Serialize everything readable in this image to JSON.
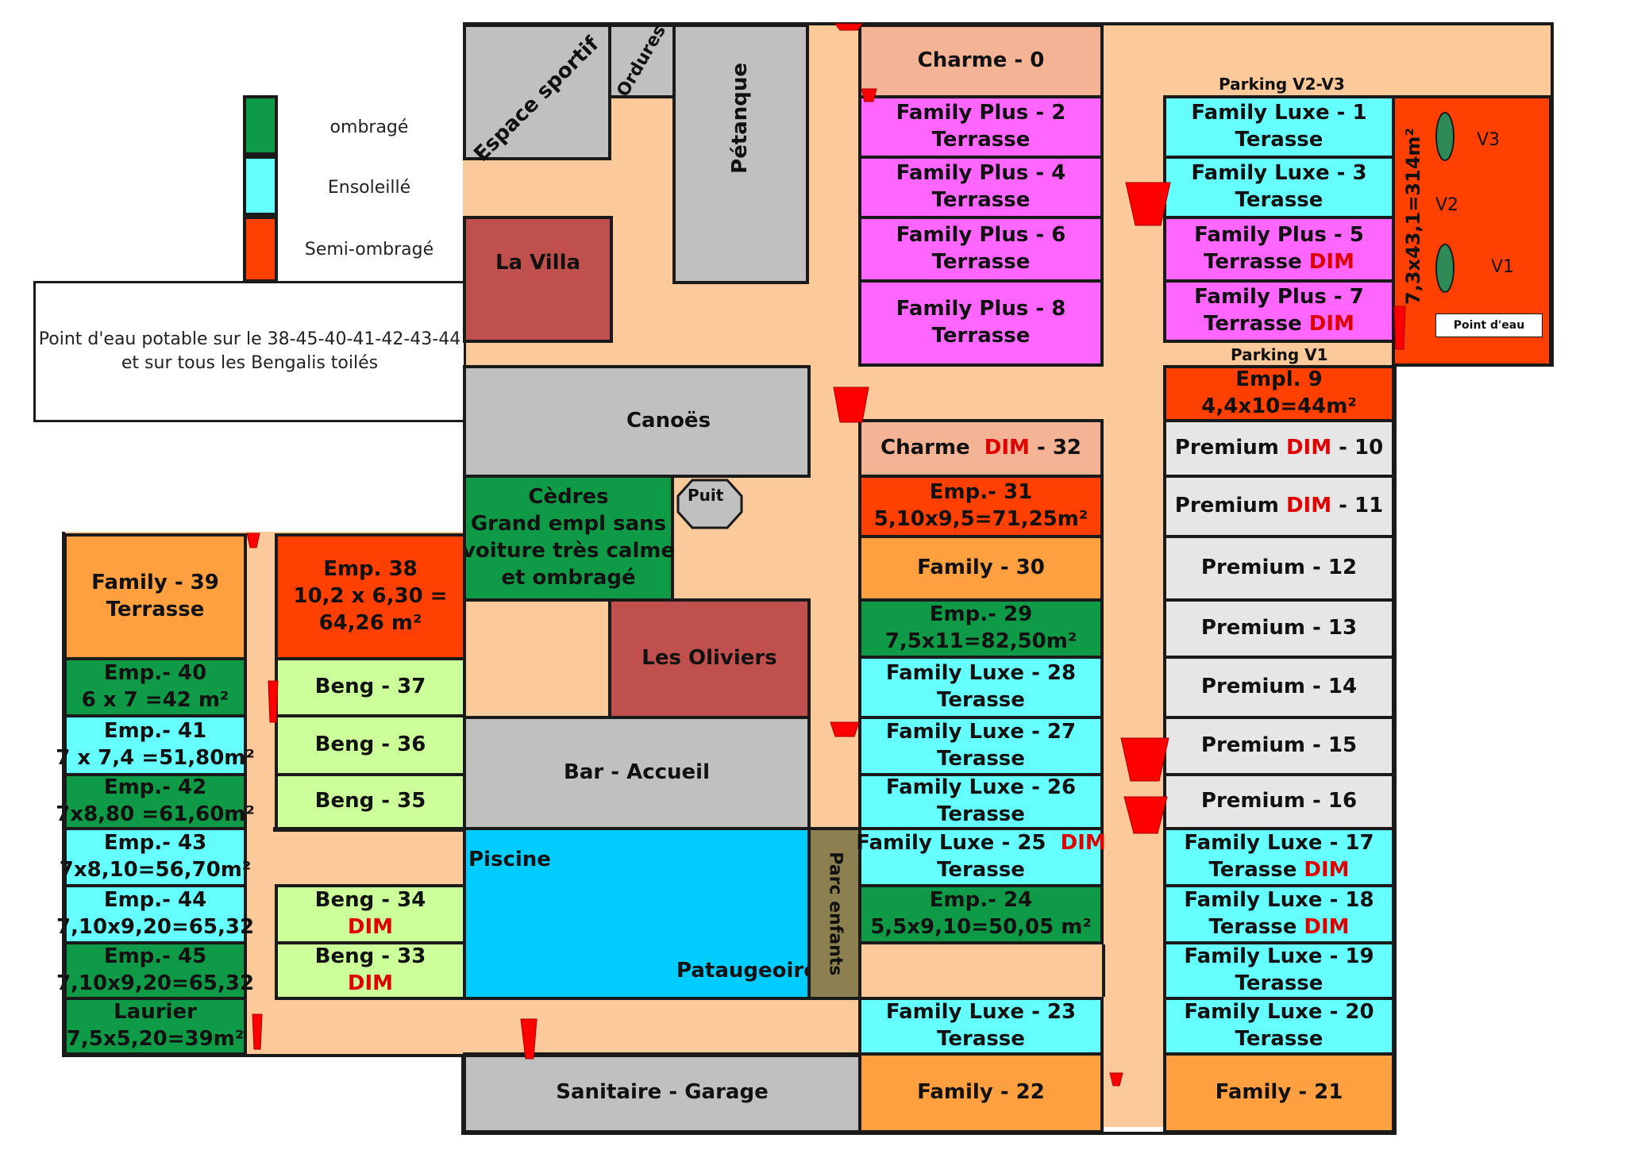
{
  "legend": {
    "items": [
      {
        "label": "ombragé",
        "color": "#0f9a48"
      },
      {
        "label": "Ensoleillé",
        "color": "#66ffff"
      },
      {
        "label": "Semi-ombragé",
        "color": "#ff4000"
      }
    ],
    "note": [
      "Point d'eau potable",
      "sur le 38-45-40-41-42-43-44",
      "et sur tous les Bengalis toilés"
    ]
  },
  "colors": {
    "path": "#fbc99a",
    "grey": "#c0c0c0",
    "shade": "#0f9a48",
    "sun": "#66ffff",
    "semi": "#ff4000",
    "pink": "#ff66ff",
    "orange": "#ffa040",
    "lime": "#ccff99",
    "premium": "#e6e6e6",
    "peach": "#f4b394",
    "brick": "#c0504d",
    "pool": "#00ccff",
    "olive": "#8c8050",
    "dim": "#e00000"
  },
  "facilities": {
    "espace_sportif": "Espace sportif",
    "ordures": "Ordures",
    "petanque": "Pétanque",
    "la_villa": "La Villa",
    "canoes": "Canoës",
    "cedres": [
      "Cèdres",
      "Grand empl sans",
      "voiture très calme",
      "et ombragé"
    ],
    "puit": "Puit",
    "les_oliviers": "Les Oliviers",
    "bar_accueil": "Bar - Accueil",
    "piscine": "Piscine",
    "pataugeoire": "Pataugeoire",
    "parc_enfants": "Parc enfants",
    "sanitaire_garage": "Sanitaire - Garage"
  },
  "parking": {
    "v2v3_label": "Parking V2-V3",
    "v1_label": "Parking V1",
    "area": "7,3x43,1=314m²",
    "spots": [
      "V3",
      "V2",
      "V1"
    ],
    "point_deau": "Point d'eau"
  },
  "pitches": {
    "p0": [
      "Charme - 0"
    ],
    "p2": [
      "Family Plus - 2",
      "Terrasse"
    ],
    "p4": [
      "Family Plus - 4",
      "Terrasse"
    ],
    "p6": [
      "Family Plus - 6",
      "Terrasse"
    ],
    "p8": [
      "Family Plus - 8",
      "Terrasse"
    ],
    "p1": [
      "Family Luxe - 1",
      "Terasse"
    ],
    "p3": [
      "Family Luxe - 3",
      "Terasse"
    ],
    "p5": [
      "Family Plus - 5",
      "Terrasse"
    ],
    "p7": [
      "Family Plus - 7",
      "Terrasse"
    ],
    "p9": [
      "Empl. 9",
      "4,4x10=44m²"
    ],
    "p10": [
      "Premium",
      "- 10"
    ],
    "p11": [
      "Premium",
      "- 11"
    ],
    "p12": [
      "Premium - 12"
    ],
    "p13": [
      "Premium - 13"
    ],
    "p14": [
      "Premium - 14"
    ],
    "p15": [
      "Premium - 15"
    ],
    "p16": [
      "Premium - 16"
    ],
    "p17": [
      "Family Luxe - 17",
      "Terasse"
    ],
    "p18": [
      "Family Luxe - 18",
      "Terasse"
    ],
    "p19": [
      "Family Luxe - 19",
      "Terasse"
    ],
    "p20": [
      "Family Luxe - 20",
      "Terasse"
    ],
    "p21": [
      "Family - 21"
    ],
    "p22": [
      "Family - 22"
    ],
    "p23": [
      "Family Luxe - 23",
      "Terasse"
    ],
    "p24": [
      "Emp.- 24",
      "5,5x9,10=50,05 m²"
    ],
    "p25": [
      "Family Luxe - 25",
      "Terasse"
    ],
    "p26": [
      "Family Luxe - 26",
      "Terasse"
    ],
    "p27": [
      "Family Luxe - 27",
      "Terasse"
    ],
    "p28": [
      "Family Luxe - 28",
      "Terasse"
    ],
    "p29": [
      "Emp.- 29",
      "7,5x11=82,50m²"
    ],
    "p30": [
      "Family - 30"
    ],
    "p31": [
      "Emp.- 31",
      "5,10x9,5=71,25m²"
    ],
    "p32": [
      "Charme",
      "- 32"
    ],
    "p33": [
      "Beng - 33"
    ],
    "p34": [
      "Beng - 34"
    ],
    "p35": [
      "Beng - 35"
    ],
    "p36": [
      "Beng - 36"
    ],
    "p37": [
      "Beng - 37"
    ],
    "p38": [
      "Emp. 38",
      "10,2 x 6,30 =",
      "64,26 m²"
    ],
    "p39": [
      "Family - 39",
      "Terrasse"
    ],
    "p40": [
      "Emp.- 40",
      "6 x 7 =42 m²"
    ],
    "p41": [
      "Emp.- 41",
      "7 x 7,4 =51,80m²"
    ],
    "p42": [
      "Emp.- 42",
      "7x8,80 =61,60m²"
    ],
    "p43": [
      "Emp.- 43",
      "7x8,10=56,70m²"
    ],
    "p44": [
      "Emp.- 44",
      "7,10x9,20=65,32"
    ],
    "p45": [
      "Emp.- 45",
      "7,10x9,20=65,32"
    ],
    "laurier": [
      "Laurier",
      "7,5x5,20=39m²"
    ]
  },
  "dim": "DIM"
}
